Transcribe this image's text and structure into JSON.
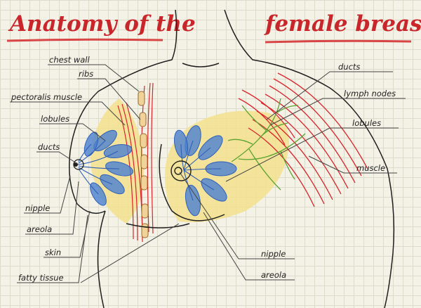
{
  "title_left": "Anatomy of the",
  "title_right": "female breast",
  "labels": {
    "chest_wall": "chest wall",
    "ribs": "ribs",
    "pectoralis_muscle": "pectoralis muscle",
    "lobules_left": "lobules",
    "ducts_left": "ducts",
    "nipple_left": "nipple",
    "areola_left": "areola",
    "skin": "skin",
    "fatty_tissue": "fatty tissue",
    "ducts_right": "ducts",
    "lymph_nodes": "lymph nodes",
    "lobules_right": "lobules",
    "muscle": "muscle",
    "nipple_right": "nipple",
    "areola_right": "areola"
  },
  "colors": {
    "title": "#c9262c",
    "underline": "#d84646",
    "outline": "#1f1f1f",
    "fat": "#f3e08c",
    "muscle": "#d9232b",
    "lobule_fill": "#4a7fd1",
    "lobule_line": "#2f5fb8",
    "lymph": "#5aa432"
  }
}
